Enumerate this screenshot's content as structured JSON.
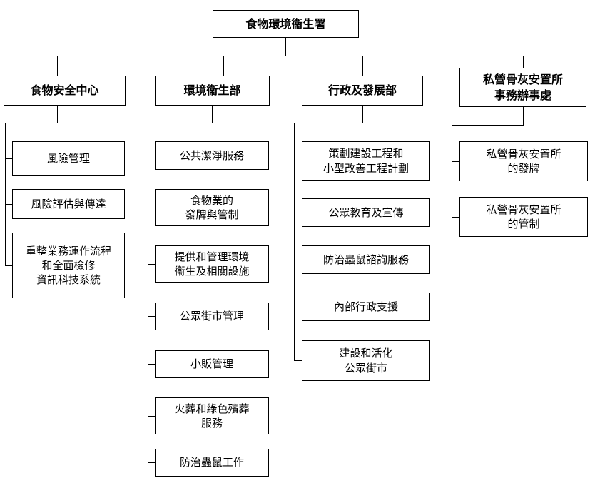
{
  "org": {
    "root": "食物環境衞生署",
    "divisions": [
      {
        "name": "食物安全中心",
        "children": [
          "風險管理",
          "風險評估與傳達",
          "重整業務運作流程\n和全面檢修\n資訊科技系統"
        ]
      },
      {
        "name": "環境衞生部",
        "children": [
          "公共潔淨服務",
          "食物業的\n發牌與管制",
          "提供和管理環境\n衞生及相關設施",
          "公眾街市管理",
          "小販管理",
          "火葬和綠色殯葬\n服務",
          "防治蟲鼠工作"
        ]
      },
      {
        "name": "行政及發展部",
        "children": [
          "策劃建設工程和\n小型改善工程計劃",
          "公眾教育及宣傳",
          "防治蟲鼠諮詢服務",
          "內部行政支援",
          "建設和活化\n公眾街市"
        ]
      },
      {
        "name": "私營骨灰安置所\n事務辦事處",
        "children": [
          "私營骨灰安置所\n的發牌",
          "私營骨灰安置所\n的管制"
        ]
      }
    ]
  }
}
